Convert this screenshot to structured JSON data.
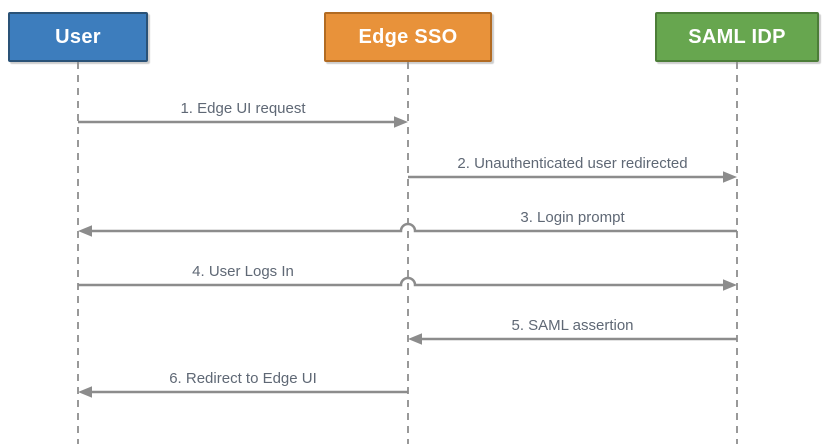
{
  "diagram": {
    "type": "sequence",
    "actors": [
      {
        "id": "user",
        "label": "User"
      },
      {
        "id": "edge-sso",
        "label": "Edge SSO"
      },
      {
        "id": "saml-idp",
        "label": "SAML IDP"
      }
    ],
    "messages": [
      {
        "num": 1,
        "label": "1. Edge UI request",
        "from": "user",
        "to": "edge-sso"
      },
      {
        "num": 2,
        "label": "2. Unauthenticated user redirected",
        "from": "edge-sso",
        "to": "saml-idp"
      },
      {
        "num": 3,
        "label": "3. Login prompt",
        "from": "saml-idp",
        "to": "user"
      },
      {
        "num": 4,
        "label": "4. User Logs In",
        "from": "user",
        "to": "saml-idp"
      },
      {
        "num": 5,
        "label": "5. SAML assertion",
        "from": "saml-idp",
        "to": "edge-sso"
      },
      {
        "num": 6,
        "label": "6. Redirect to Edge UI",
        "from": "edge-sso",
        "to": "user"
      }
    ]
  },
  "colors": {
    "user-fill": "#3d7dbd",
    "user-border": "#2a5277",
    "edge-sso-fill": "#e8923a",
    "edge-sso-border": "#b26b22",
    "saml-idp-fill": "#67a64f",
    "saml-idp-border": "#4c7d38",
    "arrow": "#8c8c8c",
    "lifeline": "#999999",
    "label-text": "#5f6875"
  }
}
